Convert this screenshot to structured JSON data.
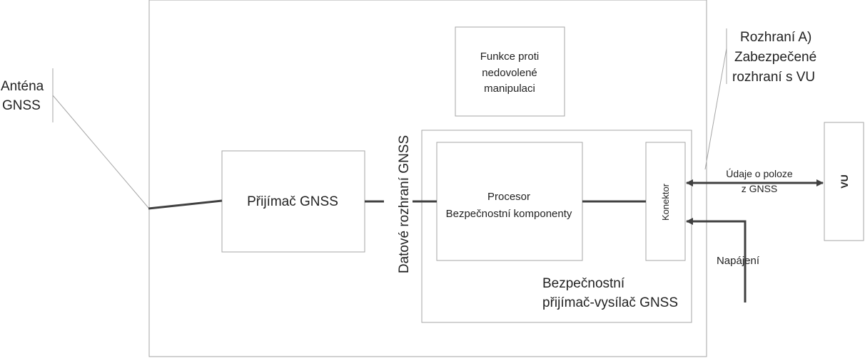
{
  "labels": {
    "antenna_line1": "Anténa",
    "antenna_line2": "GNSS",
    "anti_tamper_line1": "Funkce proti",
    "anti_tamper_line2": "nedovolené",
    "anti_tamper_line3": "manipulaci",
    "interface_a_line1": "Rozhraní A)",
    "interface_a_line2": "Zabezpečené",
    "interface_a_line3": "rozhraní s VU",
    "receiver": "Přijímač GNSS",
    "data_interface": "Datové rozhraní GNSS",
    "processor_line1": "Procesor",
    "processor_line2": "Bezpečnostní komponenty",
    "connector": "Konektor",
    "position_data_line1": "Údaje o poloze",
    "position_data_line2": "z GNSS",
    "vu": "VU",
    "power": "Napájení",
    "transceiver_line1": "Bezpečnostní",
    "transceiver_line2": "přijímač-vysílač GNSS"
  },
  "colors": {
    "box_stroke": "#a6a6a6",
    "connector_line": "#404040",
    "leader_line": "#a6a6a6",
    "text": "#222222"
  }
}
